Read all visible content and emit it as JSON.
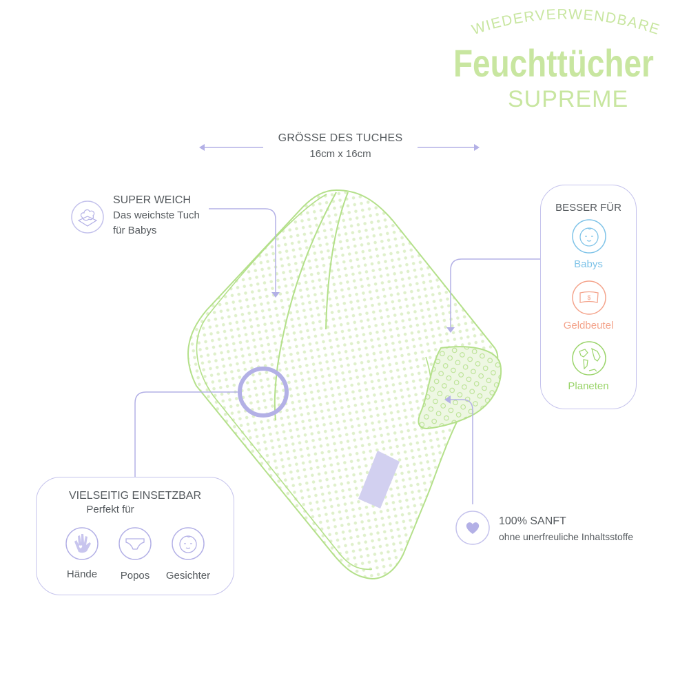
{
  "brand": {
    "arc_text": "WIEDERVERWENDBARE",
    "title": "Feuchttücher",
    "subtitle": "SUPREME",
    "color": "#c8e6a0"
  },
  "size": {
    "title": "GRÖSSE DES TUCHES",
    "value": "16cm x 16cm"
  },
  "soft": {
    "title": "SUPER WEICH",
    "line1": "Das weichste Tuch",
    "line2": "für Babys",
    "icon": "cloud-pillow-icon"
  },
  "better_for": {
    "title": "BESSER FÜR",
    "items": [
      {
        "label": "Babys",
        "icon": "baby-face-icon",
        "color": "#7ec3e8"
      },
      {
        "label": "Geldbeutel",
        "icon": "money-bill-icon",
        "color": "#f4a48c"
      },
      {
        "label": "Planeten",
        "icon": "globe-icon",
        "color": "#9ad46a"
      }
    ]
  },
  "versatile": {
    "title": "VIELSEITIG EINSETZBAR",
    "subtitle": "Perfekt für",
    "items": [
      {
        "label": "Hände",
        "icon": "hand-heart-icon"
      },
      {
        "label": "Popos",
        "icon": "diaper-icon"
      },
      {
        "label": "Gesichter",
        "icon": "baby-face-icon"
      }
    ]
  },
  "gentle": {
    "title": "100% SANFT",
    "subtitle": "ohne unerfreuliche Inhaltsstoffe",
    "icon": "heart-icon"
  },
  "colors": {
    "accent_lavender": "#b3b0e6",
    "cloth_green": "#b4e08a",
    "text_gray": "#555a5e"
  }
}
